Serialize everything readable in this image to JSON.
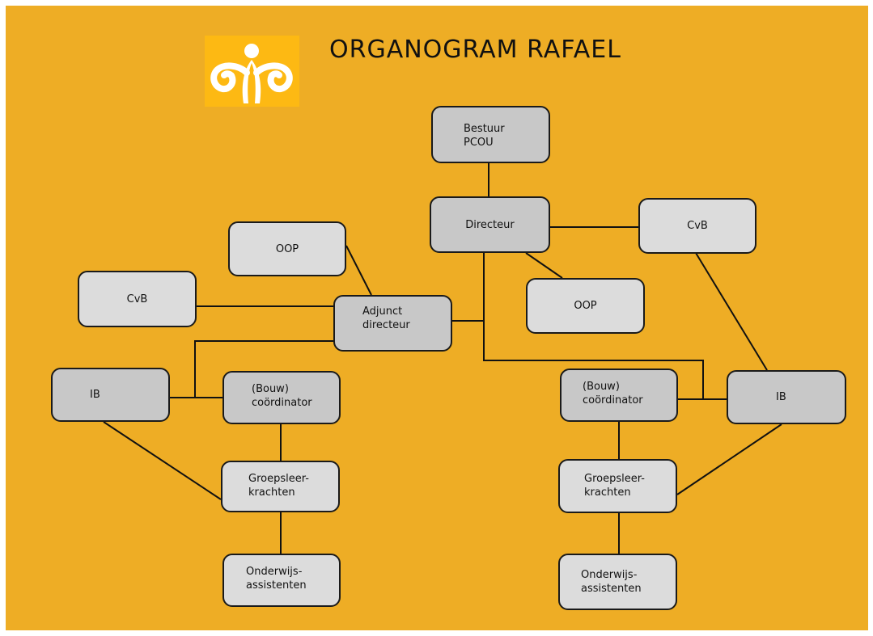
{
  "title": "ORGANOGRAM RAFAEL",
  "colors": {
    "background": "#eead25",
    "logo_background": "#fdb913",
    "box_dark": "#c8c8c8",
    "box_light": "#dcdcdc"
  },
  "nodes": {
    "bestuur": "Bestuur\nPCOU",
    "directeur": "Directeur",
    "cvb_right": "CvB",
    "oop_left": "OOP",
    "oop_right": "OOP",
    "cvb_left": "CvB",
    "adjunct": "Adjunct\ndirecteur",
    "ib_left": "IB",
    "bouw_left": "(Bouw)\ncoördinator",
    "groeps_left": "Groepsleer-\nkrachten",
    "onderwijs_left": "Onderwijs-\nassistenten",
    "bouw_right": "(Bouw)\ncoördinator",
    "ib_right": "IB",
    "groeps_right": "Groepsleer-\nkrachten",
    "onderwijs_right": "Onderwijs-\nassistenten"
  }
}
